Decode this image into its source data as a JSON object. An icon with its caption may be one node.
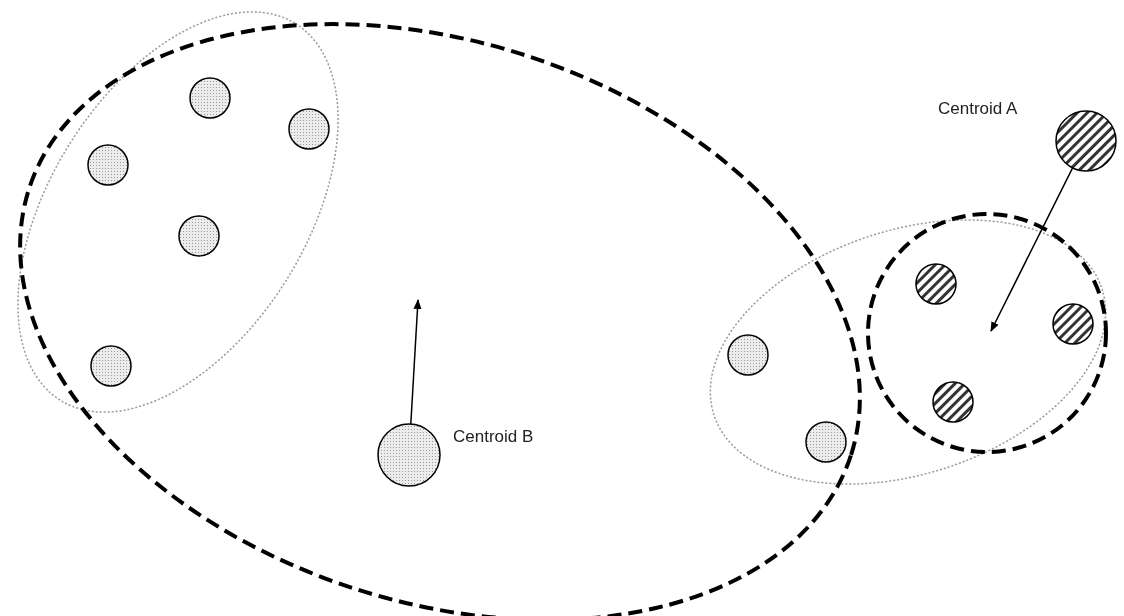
{
  "diagram": {
    "nodes": [
      {
        "text": [],
        "shape": "circle"
      },
      {
        "text": [],
        "shape": "circle"
      },
      {
        "text": [],
        "shape": "circle"
      },
      {
        "text": [],
        "shape": "circle"
      },
      {
        "text": [],
        "shape": "circle"
      },
      {
        "text": [],
        "shape": "circle"
      },
      {
        "text": [],
        "shape": "circle"
      },
      {
        "text": [],
        "shape": "circle"
      },
      {
        "text": [],
        "shape": "circle"
      },
      {
        "text": [],
        "shape": "circle"
      },
      {
        "text": [],
        "shape": "circle",
        "beside": [
          "Centroid A"
        ]
      },
      {
        "text": [],
        "shape": "circle",
        "beside": [
          "Centroid B"
        ]
      }
    ],
    "edges": [
      {
        "from": 10,
        "to": null,
        "arrow": "to"
      },
      {
        "from": 11,
        "to": null,
        "arrow": "to"
      }
    ]
  }
}
